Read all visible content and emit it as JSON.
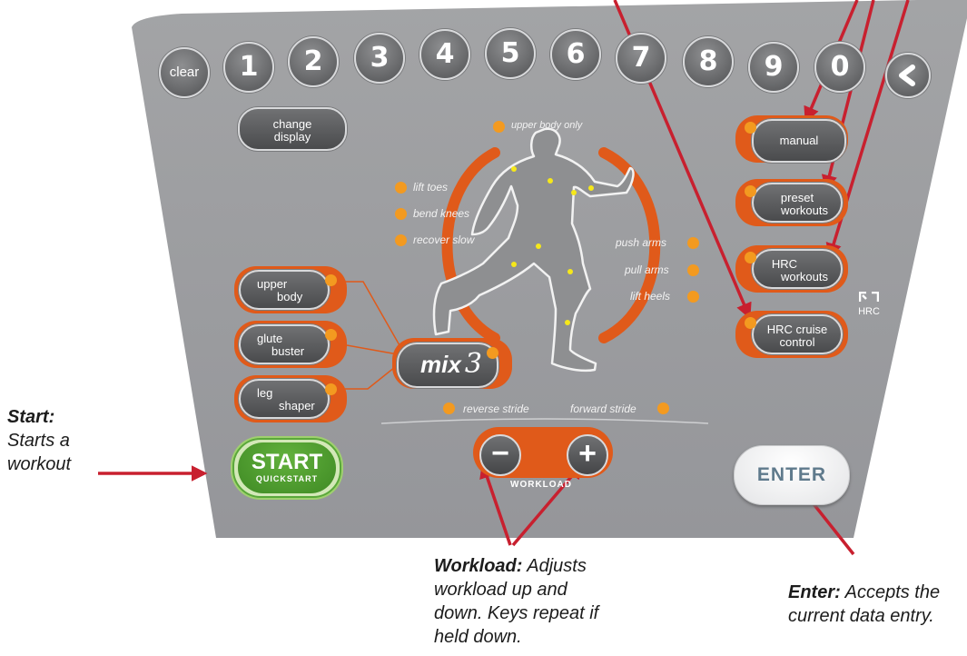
{
  "keypad": [
    "clear",
    "1",
    "2",
    "3",
    "4",
    "5",
    "6",
    "7",
    "8",
    "9",
    "0"
  ],
  "back_key_icon": "back-arrow-icon",
  "change_display": [
    "change",
    "display"
  ],
  "upper_body_only": "upper body only",
  "left_cues": [
    "lift toes",
    "bend knees",
    "recover slow"
  ],
  "right_cues": [
    "push arms",
    "pull arms",
    "lift heels"
  ],
  "programs_left": [
    {
      "l1": "upper",
      "l2": "body"
    },
    {
      "l1": "glute",
      "l2": "buster"
    },
    {
      "l1": "leg",
      "l2": "shaper"
    }
  ],
  "mix": {
    "text": "mix",
    "num": "3"
  },
  "programs_right": [
    {
      "l1": "manual",
      "l2": ""
    },
    {
      "l1": "preset",
      "l2": "workouts"
    },
    {
      "l1": "HRC",
      "l2": "workouts"
    },
    {
      "l1": "HRC cruise",
      "l2": "control"
    }
  ],
  "hrc_logo": "HRC",
  "reverse_stride": "reverse stride",
  "forward_stride": "forward stride",
  "start": {
    "main": "START",
    "sub": "QUICKSTART"
  },
  "workload_label": "WORKLOAD",
  "workload_minus": "−",
  "workload_plus": "+",
  "enter": "ENTER",
  "annotations": {
    "start": {
      "title": "Start:",
      "lines": [
        "Starts a",
        "workout"
      ]
    },
    "workload": {
      "title": "Workload:",
      "lines": [
        " Adjusts",
        "workload up and",
        "down. Keys repeat if",
        "held down."
      ]
    },
    "enter": {
      "title": "Enter:",
      "lines": [
        " Accepts the",
        "current data entry."
      ]
    }
  },
  "colors": {
    "panel": "#9a9b9d",
    "orange": "#f39a20",
    "ring": "#e05a1a",
    "arrow": "#c8202f",
    "start_green": "#4f9a2f"
  }
}
